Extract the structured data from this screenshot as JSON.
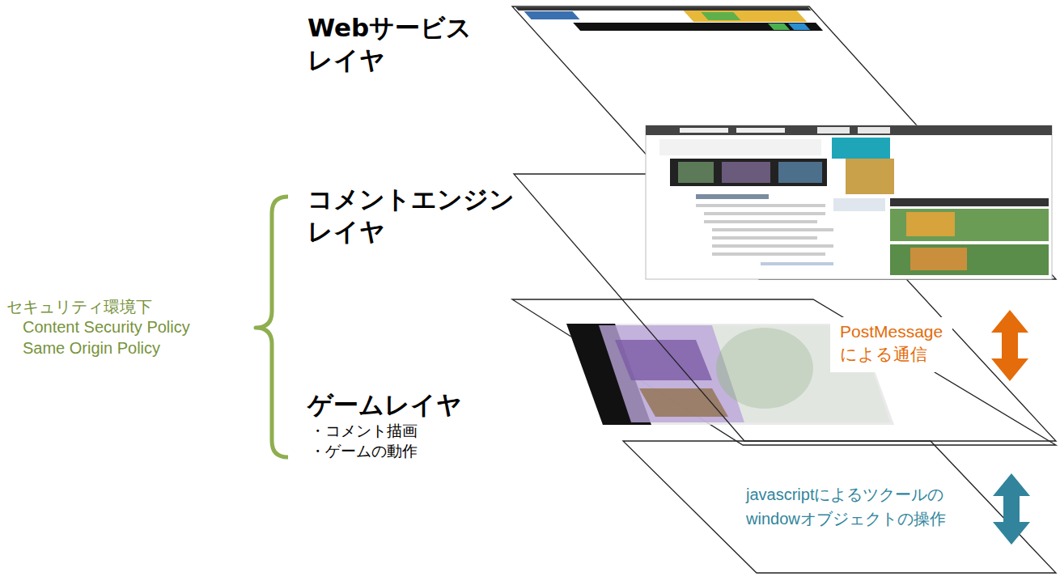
{
  "diagram": {
    "labels": [
      "Webサービス レイヤ",
      "コメントエンジン レイヤ",
      "ゲームレイヤ",
      "・コメント描画",
      "・ゲームの動作",
      "セキュリティ環境下",
      "Content Security Policy",
      "Same Origin Policy",
      "PostMessage による通信",
      "javascriptによるツクールの windowオブジェクトの操作"
    ]
  }
}
